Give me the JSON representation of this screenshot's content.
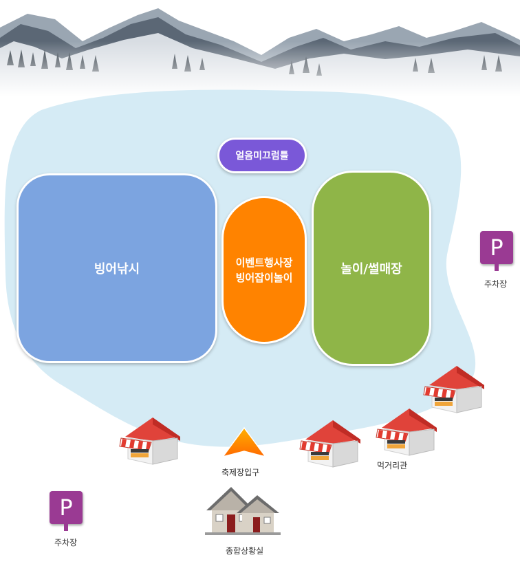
{
  "colors": {
    "lake": "#d5ebf5",
    "fishing": "#7ca4e0",
    "event": "#ff8300",
    "play": "#8fb548",
    "slide": "#7a58d8",
    "parking": "#9a3a93",
    "entrance": "#ff7a00"
  },
  "zones": {
    "fishing": "빙어낚시",
    "event": "이벤트행사장\n빙어잡이놀이",
    "play": "놀이/썰매장",
    "slide": "얼음미끄럼틀"
  },
  "parking": [
    {
      "symbol": "P",
      "label": "주차장"
    },
    {
      "symbol": "P",
      "label": "주차장"
    }
  ],
  "labels": {
    "entrance": "축제장입구",
    "food": "먹거리관",
    "info": "종합상황실"
  },
  "icons": [
    "mountain-banner-icon",
    "food-stall-icon",
    "entrance-arrow-icon",
    "info-center-house-icon",
    "parking-icon"
  ]
}
